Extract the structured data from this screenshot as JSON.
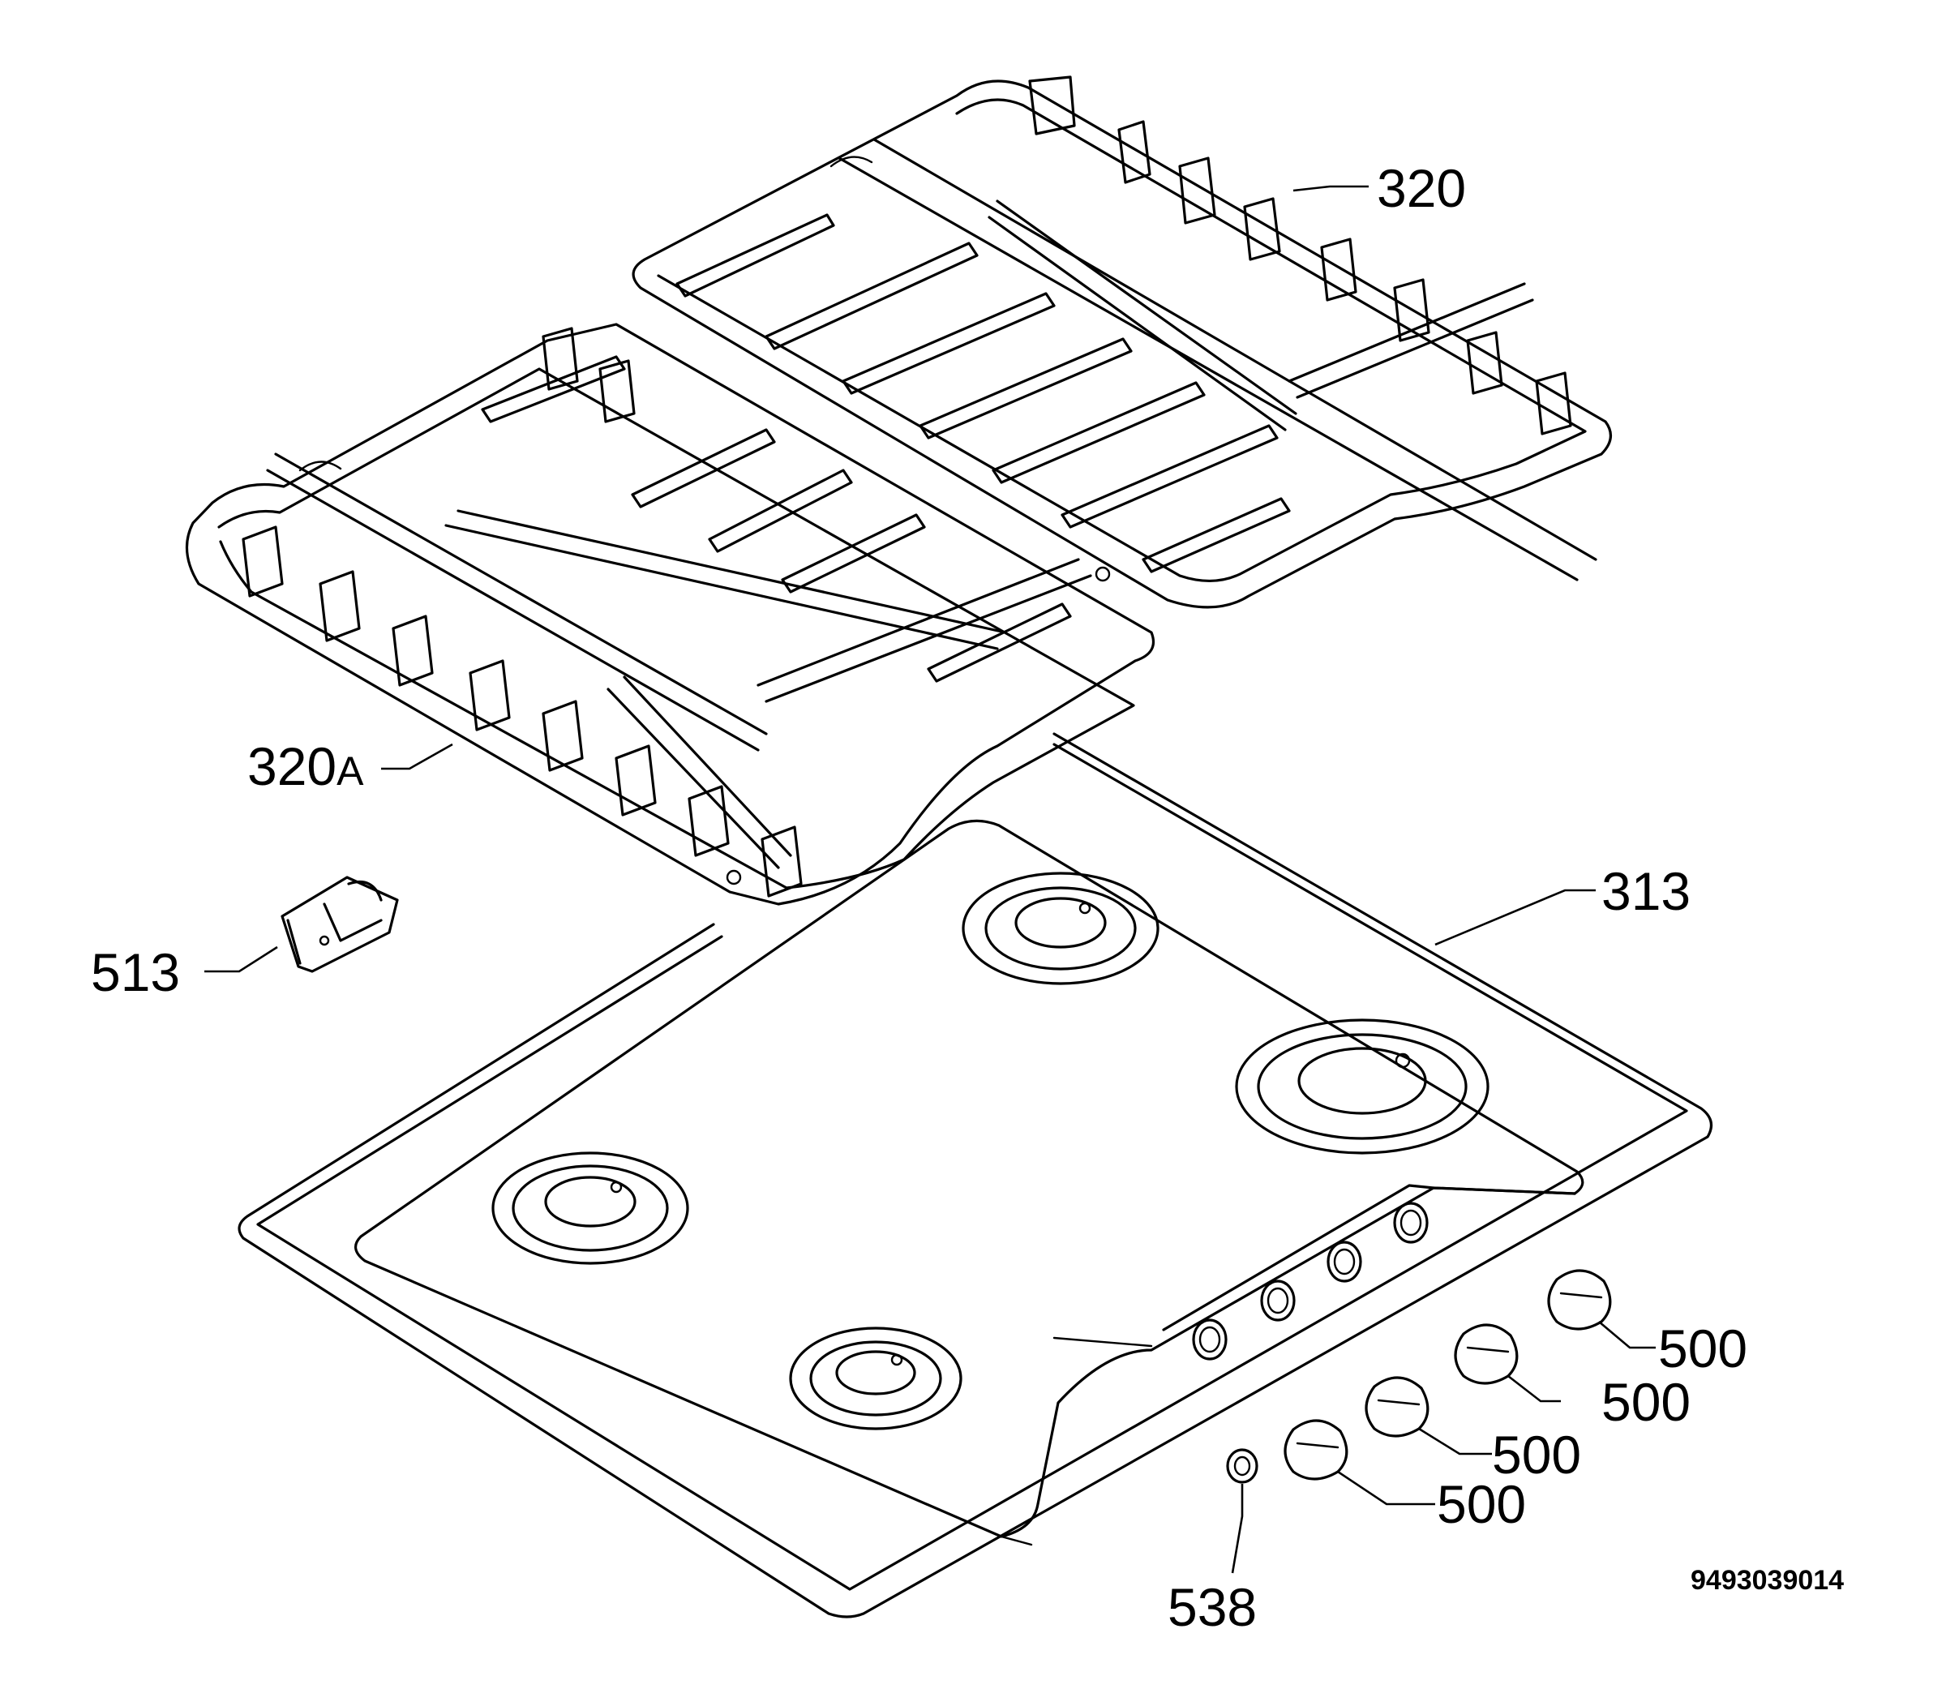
{
  "labels": {
    "grid_right": "320",
    "grid_left_num": "320",
    "grid_left_suffix": "A",
    "hob_top": "313",
    "clip": "513",
    "knob_1": "500",
    "knob_2": "500",
    "knob_3": "500",
    "knob_4": "500",
    "spark_button": "538"
  },
  "drawing_number": "9493039014"
}
